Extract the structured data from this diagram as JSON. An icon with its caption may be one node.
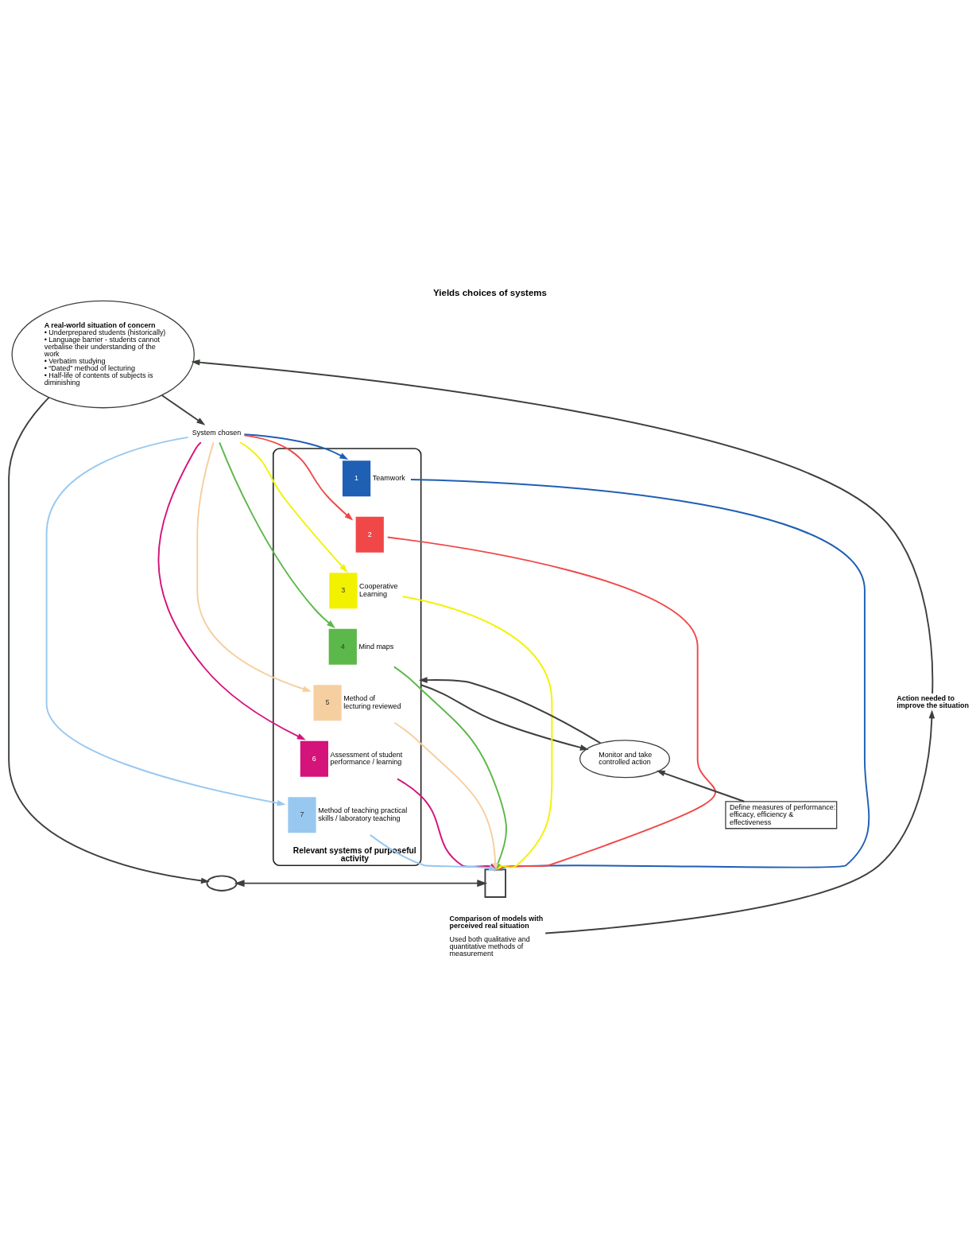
{
  "diagram": {
    "title": "Yields choices of systems",
    "nodes": [
      {
        "text": [
          "System chosen"
        ]
      },
      {
        "text": [
          "Relevant systems of purposeful activity"
        ]
      },
      {
        "text": [
          "1"
        ],
        "beside": [
          "Teamwork"
        ],
        "in": 1
      },
      {
        "text": [
          "2"
        ],
        "in": 1
      },
      {
        "text": [
          "3"
        ],
        "beside": [
          "Cooperative Learning"
        ],
        "in": 1
      },
      {
        "text": [
          "4"
        ],
        "beside": [
          "Mind maps"
        ],
        "in": 1
      },
      {
        "text": [
          "5"
        ],
        "beside": [
          "Method of lecturing reviewed"
        ],
        "in": 1
      },
      {
        "text": [
          "6"
        ],
        "beside": [
          "Assessment of student performance / learning"
        ],
        "in": 1
      },
      {
        "text": [
          "7"
        ],
        "beside": [
          "Method of teaching practical skills / laboratory teaching"
        ],
        "in": 1
      },
      {
        "text": [
          "A real-world situation of concern",
          "• Underprepared students (historically)",
          "• Language barrier - students cannot verbalise their understanding of the work",
          "• Verbatim studying",
          "• “Dated” method of lecturing",
          "• Half-life of contents of subjects is diminishing"
        ]
      },
      {
        "text": [],
        "shape": "ellipse"
      },
      {
        "text": [],
        "shape": "box"
      },
      {
        "text": [
          "Comparison of models with perceived real situation"
        ],
        "beside": [
          "Used both qualitative and quantitative methods of measurement"
        ]
      },
      {
        "text": [
          "Action needed to improve the situation"
        ]
      },
      {
        "text": [
          "Monitor and take controlled action"
        ]
      },
      {
        "text": [
          "Define measures of performance: efficacy, efficiency & effectiveness"
        ]
      }
    ],
    "edges": [
      {
        "from": 9,
        "to": 0,
        "arrow": "to"
      },
      {
        "from": 0,
        "to": 2,
        "arrow": "to",
        "color": "#1f5fb4"
      },
      {
        "from": 0,
        "to": 3,
        "arrow": "to",
        "color": "#f04848"
      },
      {
        "from": 0,
        "to": 4,
        "arrow": "to",
        "color": "#f2f200"
      },
      {
        "from": 0,
        "to": 5,
        "arrow": "to",
        "color": "#5cb84a"
      },
      {
        "from": 0,
        "to": 6,
        "arrow": "to",
        "color": "#f6cfa0"
      },
      {
        "from": 0,
        "to": 7,
        "arrow": "to",
        "color": "#d4147a"
      },
      {
        "from": 0,
        "to": 8,
        "arrow": "to",
        "color": "#98c8f0"
      },
      {
        "from": 8,
        "to": 11,
        "arrow": "to",
        "color": "#98c8f0"
      },
      {
        "from": 7,
        "to": 11,
        "arrow": "to",
        "color": "#d4147a"
      },
      {
        "from": 6,
        "to": 11,
        "arrow": "to",
        "color": "#f6cfa0"
      },
      {
        "from": 5,
        "to": 11,
        "arrow": "to",
        "color": "#5cb84a"
      },
      {
        "from": 4,
        "to": 11,
        "arrow": "to",
        "color": "#f2f200"
      },
      {
        "from": 3,
        "to": 11,
        "arrow": "to",
        "color": "#f04848"
      },
      {
        "from": 2,
        "to": 11,
        "arrow": "to",
        "color": "#1f5fb4"
      },
      {
        "from": 9,
        "to": 10,
        "arrow": "to"
      },
      {
        "from": 10,
        "to": 11,
        "arrow": "both"
      },
      {
        "from": 12,
        "to": 13,
        "arrow": "to"
      },
      {
        "from": 13,
        "to": 9,
        "arrow": "to"
      },
      {
        "from": 1,
        "to": 14,
        "arrow": "to"
      },
      {
        "from": 14,
        "to": 1,
        "arrow": "to"
      },
      {
        "from": 15,
        "to": 14,
        "arrow": "to"
      }
    ]
  }
}
